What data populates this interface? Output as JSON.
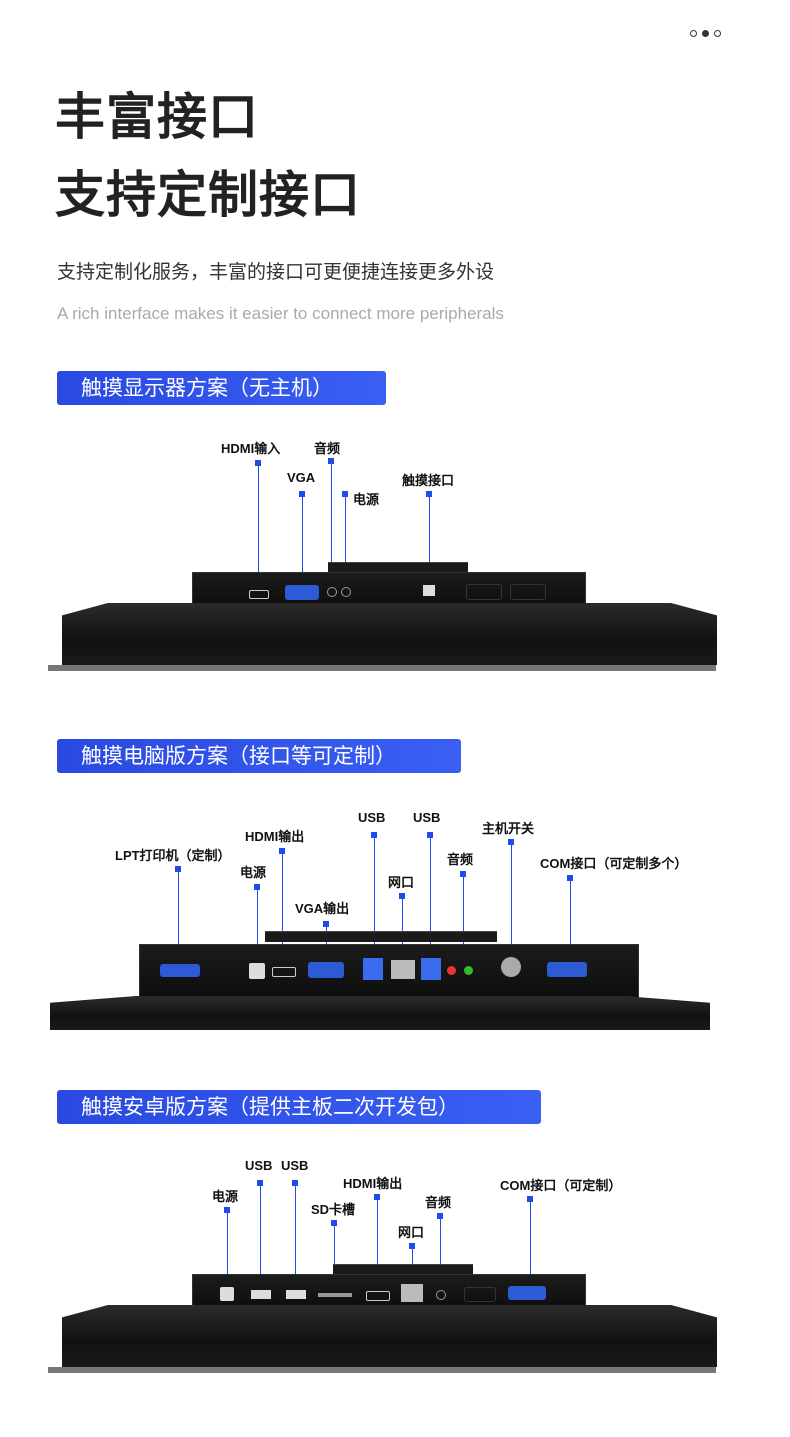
{
  "header": {
    "title_line1": "丰富接口",
    "title_line2": "支持定制接口",
    "subtitle_cn": "支持定制化服务，丰富的接口可更便捷连接更多外设",
    "subtitle_en": "A rich interface makes it easier to connect more peripherals"
  },
  "pagination": {
    "count": 3,
    "active": 2
  },
  "sections": [
    {
      "tag": "触摸显示器方案（无主机）",
      "labels": [
        "HDMI输入",
        "音频",
        "VGA",
        "电源",
        "触摸接口"
      ]
    },
    {
      "tag": "触摸电脑版方案（接口等可定制）",
      "labels": [
        "USB",
        "USB",
        "主机开关",
        "HDMI输出",
        "LPT打印机（定制）",
        "音频",
        "COM接口（可定制多个）",
        "电源",
        "网口",
        "VGA输出"
      ]
    },
    {
      "tag": "触摸安卓版方案（提供主板二次开发包）",
      "labels": [
        "USB",
        "USB",
        "HDMI输出",
        "COM接口（可定制）",
        "电源",
        "音频",
        "SD卡槽",
        "网口"
      ]
    }
  ],
  "colors": {
    "accent": "#2a49e0",
    "pin": "#1f4be8",
    "device": "#1a1a1a"
  }
}
